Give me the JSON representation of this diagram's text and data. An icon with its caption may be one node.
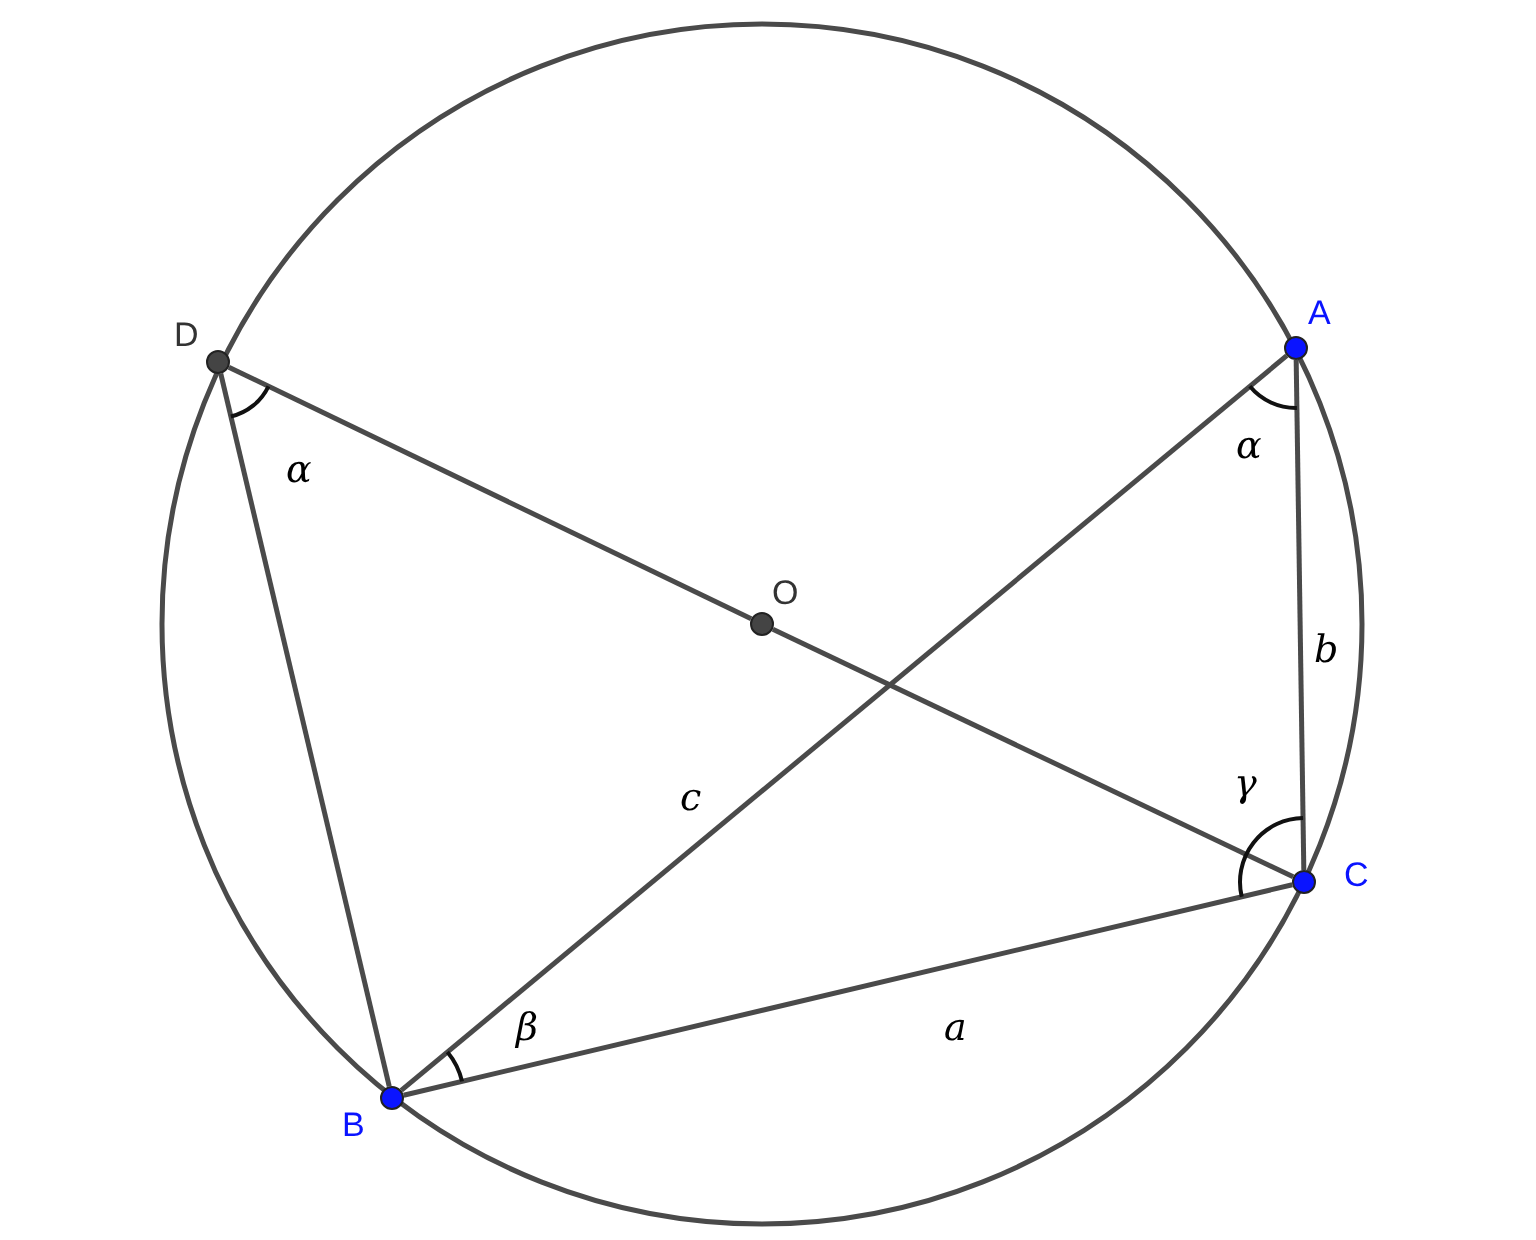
{
  "diagram": {
    "nodes": [
      {
        "text": [
          "D"
        ]
      },
      {
        "text": [
          "A"
        ]
      },
      {
        "text": [
          "O"
        ]
      },
      {
        "text": [
          "C"
        ]
      },
      {
        "text": [
          "B"
        ]
      }
    ],
    "edges": [
      {
        "from": 0,
        "to": 4,
        "arrow": "none"
      },
      {
        "from": 0,
        "to": 2,
        "arrow": "none"
      },
      {
        "from": 2,
        "to": 3,
        "arrow": "none"
      },
      {
        "from": 1,
        "to": 4,
        "arrow": "none",
        "label": "c"
      },
      {
        "from": 1,
        "to": 3,
        "arrow": "none",
        "label": "b"
      },
      {
        "from": 4,
        "to": 3,
        "arrow": "none",
        "label": "a"
      }
    ],
    "labels": [
      "α",
      "α",
      "γ",
      "β"
    ]
  }
}
